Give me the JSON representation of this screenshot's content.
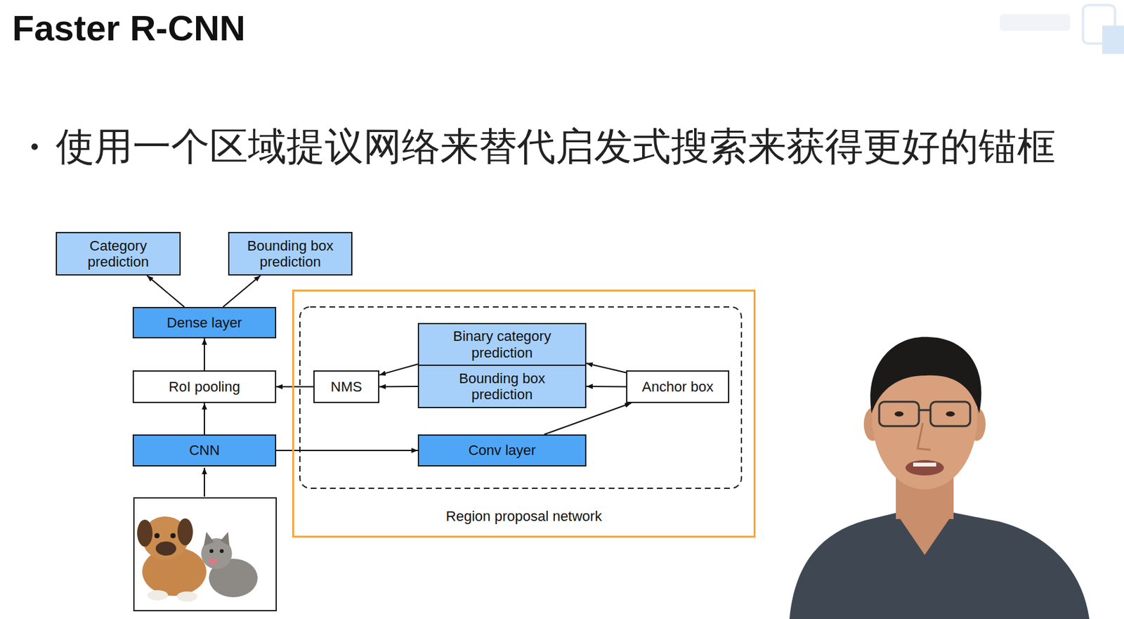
{
  "diagram": {
    "title": "Faster R-CNN",
    "nodes": [
      {
        "text": [
          "Category prediction"
        ]
      },
      {
        "text": [
          "Bounding box prediction"
        ]
      },
      {
        "text": [
          "Region proposal network"
        ]
      },
      {
        "text": [
          "Dense layer"
        ]
      },
      {
        "text": [
          "Binary category prediction"
        ],
        "in": 2
      },
      {
        "text": [
          "Bounding box prediction"
        ],
        "in": 2
      },
      {
        "text": [
          "RoI pooling"
        ]
      },
      {
        "text": [
          "NMS"
        ],
        "in": 2
      },
      {
        "text": [
          "Anchor box"
        ],
        "in": 2
      },
      {
        "text": [
          "CNN"
        ]
      },
      {
        "text": [
          "Conv layer"
        ],
        "in": 2
      }
    ],
    "edges": [
      {
        "from": 3,
        "to": 0,
        "arrow": "to"
      },
      {
        "from": 3,
        "to": 1,
        "arrow": "to"
      },
      {
        "from": 6,
        "to": 3,
        "arrow": "to"
      },
      {
        "from": 9,
        "to": 6,
        "arrow": "to"
      },
      {
        "from": 9,
        "to": 10,
        "arrow": "to"
      },
      {
        "from": 10,
        "to": 8,
        "arrow": "to"
      },
      {
        "from": 8,
        "to": 4,
        "arrow": "to"
      },
      {
        "from": 8,
        "to": 5,
        "arrow": "to"
      },
      {
        "from": 4,
        "to": 7,
        "arrow": "to"
      },
      {
        "from": 5,
        "to": 7,
        "arrow": "to"
      },
      {
        "from": 7,
        "to": 6,
        "arrow": "to"
      }
    ],
    "labels": [
      "使用一个区域提议网络来替代启发式搜索来获得更好的锚框"
    ]
  }
}
